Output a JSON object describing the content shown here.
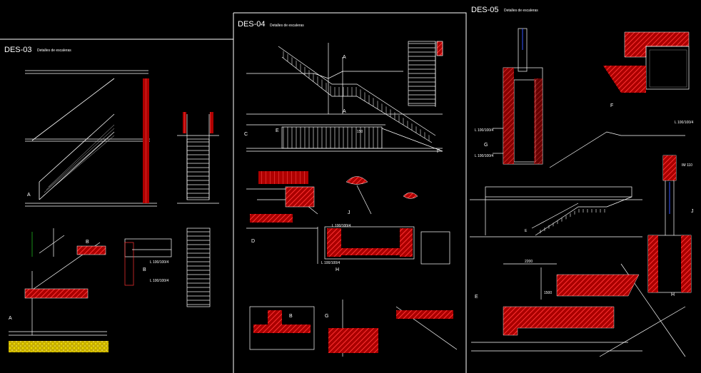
{
  "sheets": [
    {
      "id": "DES-03",
      "subtitle": "Detalles de escaleras"
    },
    {
      "id": "DES-04",
      "subtitle": "Detalles de escaleras"
    },
    {
      "id": "DES-05",
      "subtitle": "Detalles de escaleras"
    }
  ],
  "labels": {
    "des03": {
      "a_top": "A",
      "a_bottom": "A",
      "b1": "B",
      "b2": "B",
      "spec1": "L 100/100/4",
      "spec2": "L 100/100/4"
    },
    "des04": {
      "a1": "A",
      "a2": "A",
      "b": "B",
      "c": "C",
      "d": "D",
      "e": "E",
      "f": "F",
      "g": "G",
      "h": "H",
      "j": "J",
      "dim": "150",
      "spec1": "L 100/100/4",
      "spec2": "L 100/100/4"
    },
    "des05": {
      "e": "E",
      "f": "F",
      "g": "G",
      "h": "H",
      "j": "J",
      "dim1": "2200",
      "dim2": "1500",
      "spec1": "L 100/100/4",
      "spec2": "L 100/100/4",
      "spec3": "L 100/100/4",
      "spec4": "IM 110"
    }
  },
  "colors": {
    "background": "#000000",
    "line": "#ffffff",
    "hatch": "#cc1111",
    "earth": "#ffee00",
    "accent_blue": "#3355ff",
    "accent_green": "#22cc22"
  }
}
